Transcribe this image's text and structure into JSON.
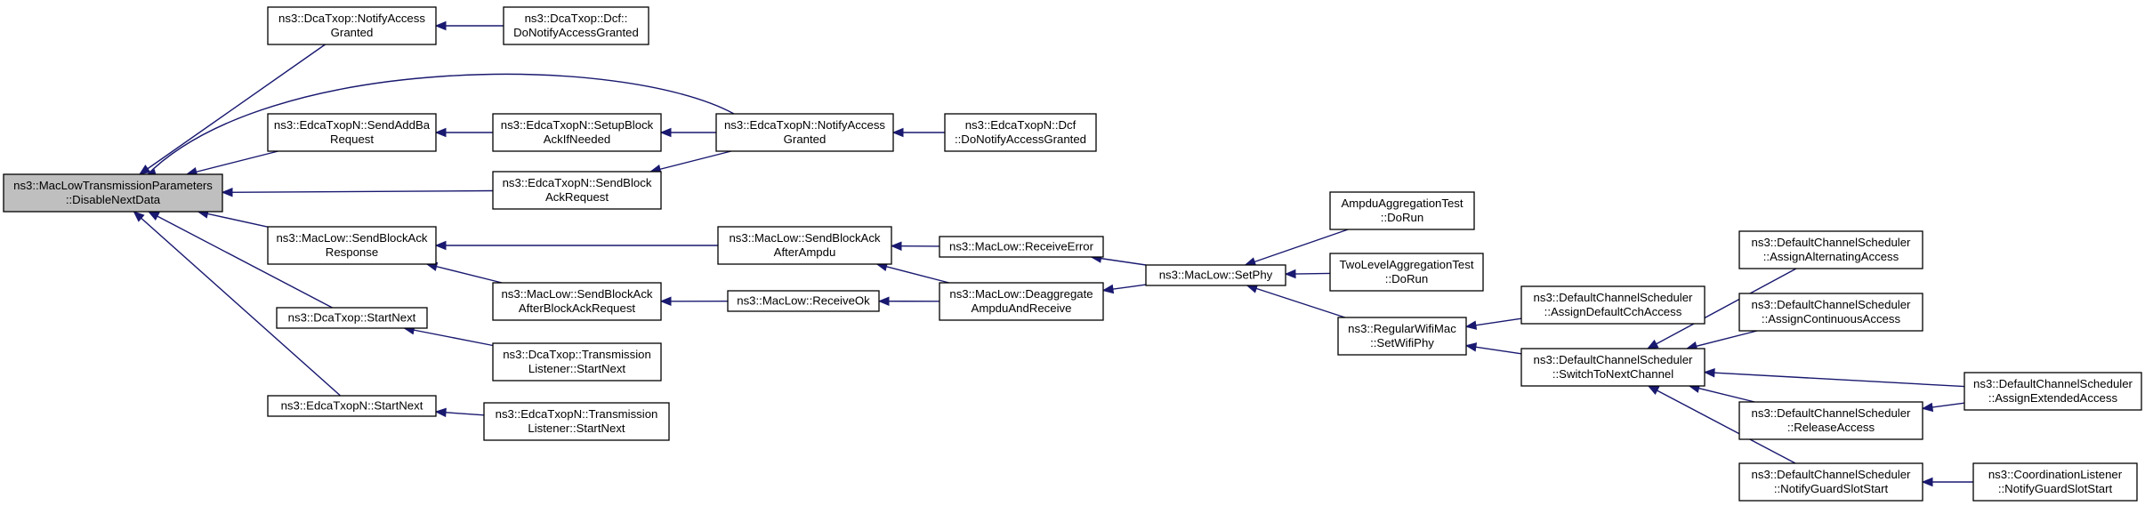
{
  "colors": {
    "edge": "#191970",
    "root_fill": "#bfbfbf",
    "node_fill": "#ffffff",
    "border": "#000000"
  },
  "nodes": [
    {
      "id": "disable_next_data",
      "lines": [
        "ns3::MacLowTransmissionParameters",
        "::DisableNextData"
      ],
      "root": true
    },
    {
      "id": "dca_notify_access_granted",
      "lines": [
        "ns3::DcaTxop::NotifyAccess",
        "Granted"
      ]
    },
    {
      "id": "dca_dcf_do_notify",
      "lines": [
        "ns3::DcaTxop::Dcf::",
        "DoNotifyAccessGranted"
      ]
    },
    {
      "id": "edca_send_add_ba",
      "lines": [
        "ns3::EdcaTxopN::SendAddBa",
        "Request"
      ]
    },
    {
      "id": "edca_setup_block_ack",
      "lines": [
        "ns3::EdcaTxopN::SetupBlock",
        "AckIfNeeded"
      ]
    },
    {
      "id": "edca_notify_access_granted",
      "lines": [
        "ns3::EdcaTxopN::NotifyAccess",
        "Granted"
      ]
    },
    {
      "id": "edca_dcf_do_notify",
      "lines": [
        "ns3::EdcaTxopN::Dcf",
        "::DoNotifyAccessGranted"
      ]
    },
    {
      "id": "edca_send_block_ack_request",
      "lines": [
        "ns3::EdcaTxopN::SendBlock",
        "AckRequest"
      ]
    },
    {
      "id": "maclow_send_block_ack_response",
      "lines": [
        "ns3::MacLow::SendBlockAck",
        "Response"
      ]
    },
    {
      "id": "maclow_send_block_ack_after_ampdu",
      "lines": [
        "ns3::MacLow::SendBlockAck",
        "AfterAmpdu"
      ]
    },
    {
      "id": "maclow_receive_error",
      "lines": [
        "ns3::MacLow::ReceiveError"
      ]
    },
    {
      "id": "maclow_send_block_ack_after_bar",
      "lines": [
        "ns3::MacLow::SendBlockAck",
        "AfterBlockAckRequest"
      ]
    },
    {
      "id": "maclow_receive_ok",
      "lines": [
        "ns3::MacLow::ReceiveOk"
      ]
    },
    {
      "id": "maclow_deaggregate",
      "lines": [
        "ns3::MacLow::Deaggregate",
        "AmpduAndReceive"
      ]
    },
    {
      "id": "maclow_set_phy",
      "lines": [
        "ns3::MacLow::SetPhy"
      ]
    },
    {
      "id": "ampdu_aggregation_test",
      "lines": [
        "AmpduAggregationTest",
        "::DoRun"
      ]
    },
    {
      "id": "two_level_aggregation_test",
      "lines": [
        "TwoLevelAggregationTest",
        "::DoRun"
      ]
    },
    {
      "id": "regular_wifi_mac_set_wifi_phy",
      "lines": [
        "ns3::RegularWifiMac",
        "::SetWifiPhy"
      ]
    },
    {
      "id": "dcs_assign_default_cch",
      "lines": [
        "ns3::DefaultChannelScheduler",
        "::AssignDefaultCchAccess"
      ]
    },
    {
      "id": "dcs_switch_to_next_channel",
      "lines": [
        "ns3::DefaultChannelScheduler",
        "::SwitchToNextChannel"
      ]
    },
    {
      "id": "dcs_assign_alternating",
      "lines": [
        "ns3::DefaultChannelScheduler",
        "::AssignAlternatingAccess"
      ]
    },
    {
      "id": "dcs_assign_continuous",
      "lines": [
        "ns3::DefaultChannelScheduler",
        "::AssignContinuousAccess"
      ]
    },
    {
      "id": "dcs_assign_extended",
      "lines": [
        "ns3::DefaultChannelScheduler",
        "::AssignExtendedAccess"
      ]
    },
    {
      "id": "dcs_release_access",
      "lines": [
        "ns3::DefaultChannelScheduler",
        "::ReleaseAccess"
      ]
    },
    {
      "id": "dcs_notify_guard_slot_start",
      "lines": [
        "ns3::DefaultChannelScheduler",
        "::NotifyGuardSlotStart"
      ]
    },
    {
      "id": "coordination_listener_notify",
      "lines": [
        "ns3::CoordinationListener",
        "::NotifyGuardSlotStart"
      ]
    },
    {
      "id": "dca_start_next",
      "lines": [
        "ns3::DcaTxop::StartNext"
      ]
    },
    {
      "id": "dca_transmission_listener_start_next",
      "lines": [
        "ns3::DcaTxop::Transmission",
        "Listener::StartNext"
      ]
    },
    {
      "id": "edca_start_next",
      "lines": [
        "ns3::EdcaTxopN::StartNext"
      ]
    },
    {
      "id": "edca_transmission_listener_start_next",
      "lines": [
        "ns3::EdcaTxopN::Transmission",
        "Listener::StartNext"
      ]
    }
  ],
  "edges": [
    {
      "from": "dca_notify_access_granted",
      "to": "disable_next_data"
    },
    {
      "from": "edca_send_add_ba",
      "to": "disable_next_data"
    },
    {
      "from": "edca_notify_access_granted",
      "to": "disable_next_data"
    },
    {
      "from": "edca_send_block_ack_request",
      "to": "disable_next_data"
    },
    {
      "from": "maclow_send_block_ack_response",
      "to": "disable_next_data"
    },
    {
      "from": "dca_start_next",
      "to": "disable_next_data"
    },
    {
      "from": "edca_start_next",
      "to": "disable_next_data"
    },
    {
      "from": "dca_dcf_do_notify",
      "to": "dca_notify_access_granted"
    },
    {
      "from": "edca_setup_block_ack",
      "to": "edca_send_add_ba"
    },
    {
      "from": "edca_notify_access_granted",
      "to": "edca_setup_block_ack"
    },
    {
      "from": "edca_dcf_do_notify",
      "to": "edca_notify_access_granted"
    },
    {
      "from": "edca_notify_access_granted",
      "to": "edca_send_block_ack_request"
    },
    {
      "from": "maclow_send_block_ack_after_ampdu",
      "to": "maclow_send_block_ack_response"
    },
    {
      "from": "maclow_send_block_ack_after_bar",
      "to": "maclow_send_block_ack_response"
    },
    {
      "from": "maclow_receive_error",
      "to": "maclow_send_block_ack_after_ampdu"
    },
    {
      "from": "maclow_deaggregate",
      "to": "maclow_send_block_ack_after_ampdu"
    },
    {
      "from": "maclow_receive_ok",
      "to": "maclow_send_block_ack_after_bar"
    },
    {
      "from": "maclow_deaggregate",
      "to": "maclow_receive_ok"
    },
    {
      "from": "maclow_set_phy",
      "to": "maclow_receive_error"
    },
    {
      "from": "maclow_set_phy",
      "to": "maclow_deaggregate"
    },
    {
      "from": "ampdu_aggregation_test",
      "to": "maclow_set_phy"
    },
    {
      "from": "two_level_aggregation_test",
      "to": "maclow_set_phy"
    },
    {
      "from": "regular_wifi_mac_set_wifi_phy",
      "to": "maclow_set_phy"
    },
    {
      "from": "dcs_assign_default_cch",
      "to": "regular_wifi_mac_set_wifi_phy"
    },
    {
      "from": "dcs_switch_to_next_channel",
      "to": "regular_wifi_mac_set_wifi_phy"
    },
    {
      "from": "dcs_assign_alternating",
      "to": "dcs_switch_to_next_channel"
    },
    {
      "from": "dcs_assign_continuous",
      "to": "dcs_switch_to_next_channel"
    },
    {
      "from": "dcs_assign_extended",
      "to": "dcs_switch_to_next_channel"
    },
    {
      "from": "dcs_release_access",
      "to": "dcs_switch_to_next_channel"
    },
    {
      "from": "dcs_notify_guard_slot_start",
      "to": "dcs_switch_to_next_channel"
    },
    {
      "from": "dcs_assign_extended",
      "to": "dcs_release_access"
    },
    {
      "from": "coordination_listener_notify",
      "to": "dcs_notify_guard_slot_start"
    },
    {
      "from": "dca_transmission_listener_start_next",
      "to": "dca_start_next"
    },
    {
      "from": "edca_transmission_listener_start_next",
      "to": "edca_start_next"
    }
  ]
}
